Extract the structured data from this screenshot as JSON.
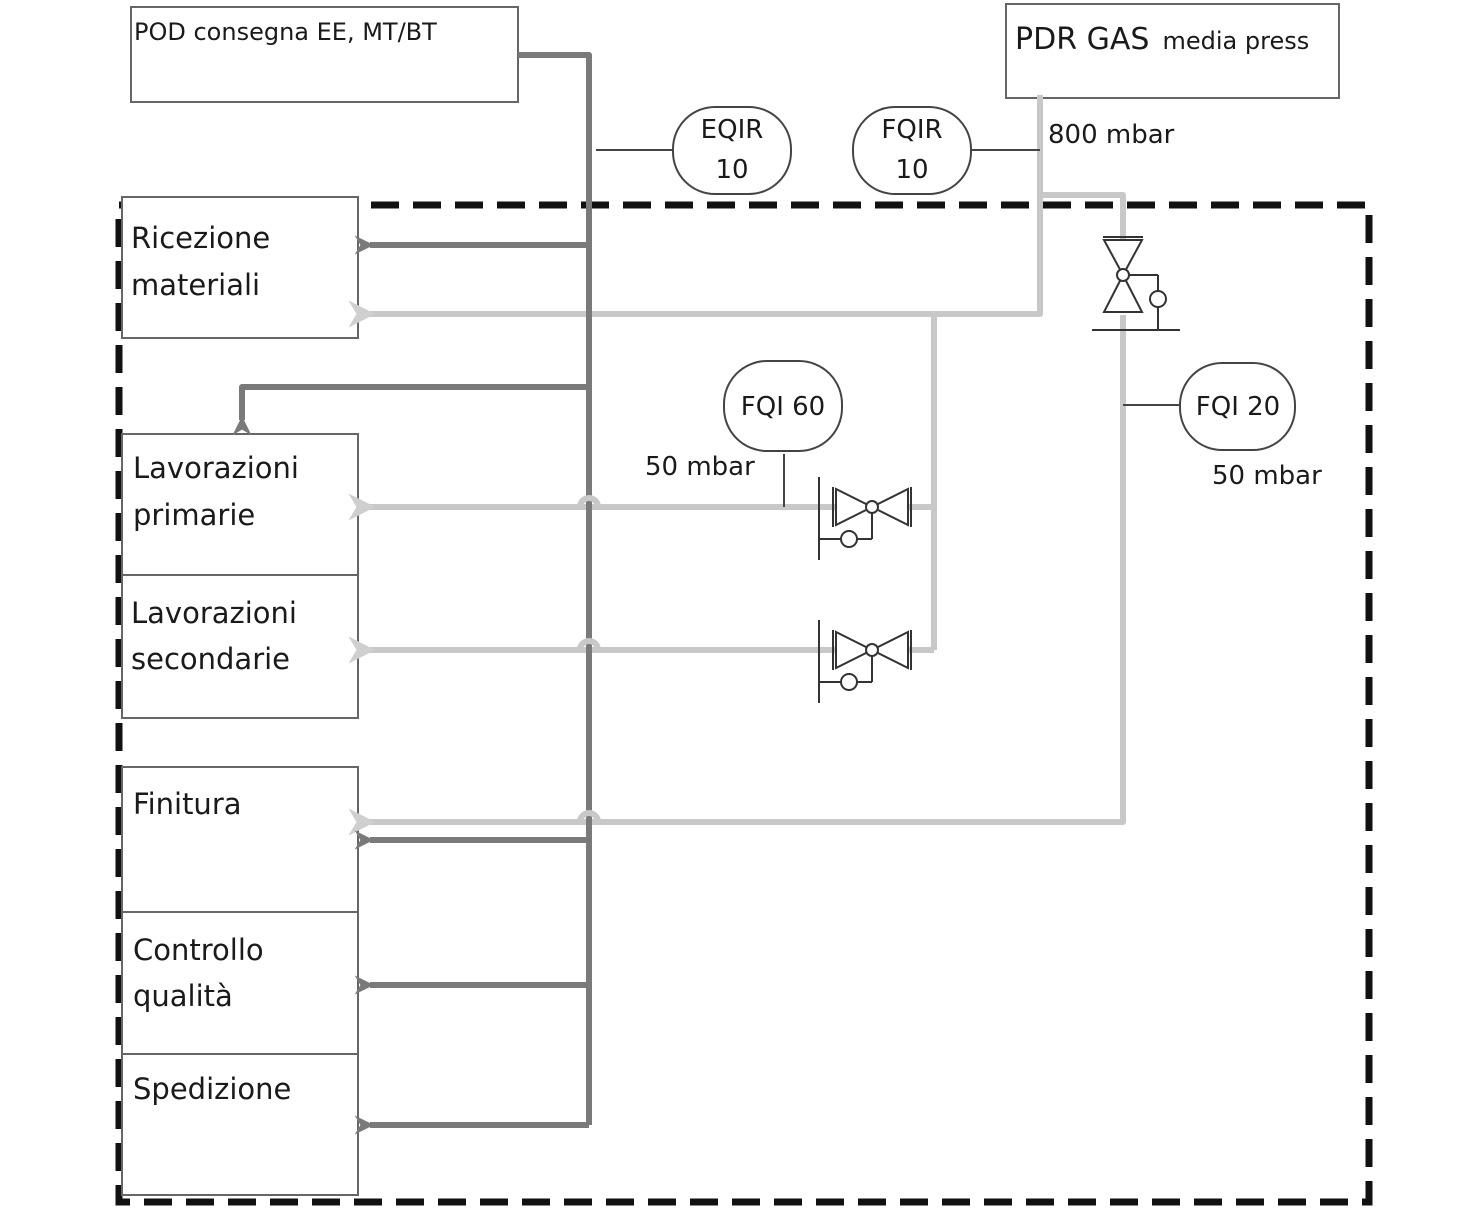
{
  "sources": {
    "electricity": {
      "label": "POD consegna EE, MT/BT"
    },
    "gas": {
      "label_main": "PDR GAS",
      "label_sub": "media press"
    }
  },
  "meters": {
    "eqir": {
      "line1": "EQIR",
      "line2": "10"
    },
    "fqir": {
      "line1": "FQIR",
      "line2": "10"
    },
    "fqi60": {
      "label": "FQI 60"
    },
    "fqi20": {
      "label": "FQI 20"
    }
  },
  "pressures": {
    "supply": "800 mbar",
    "branch_left": "50 mbar",
    "branch_right": "50 mbar"
  },
  "departments": [
    {
      "line1": "Ricezione",
      "line2": "materiali"
    },
    {
      "line1": "Lavorazioni",
      "line2": "primarie"
    },
    {
      "line1": "Lavorazioni",
      "line2": "secondarie"
    },
    {
      "line1": "Finitura",
      "line2": ""
    },
    {
      "line1": "Controllo",
      "line2": "qualità"
    },
    {
      "line1": "Spedizione",
      "line2": ""
    }
  ],
  "colors": {
    "electric_line": "#7a7a7a",
    "gas_line": "#c8c8c8",
    "boundary": "#111111",
    "box_border": "#666666"
  }
}
